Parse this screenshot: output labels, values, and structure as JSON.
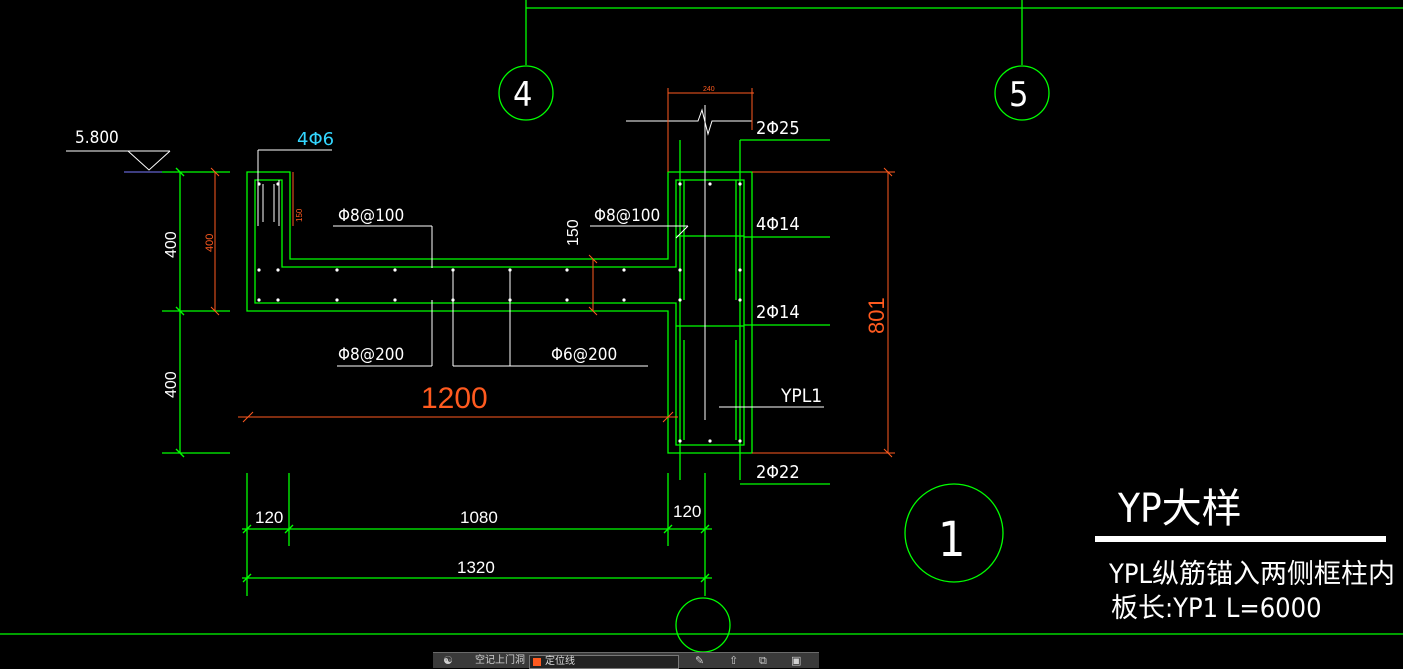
{
  "drawing": {
    "elevation": "5.800",
    "top_bar_rebar": "4Φ6",
    "axes": {
      "axis_4": "4",
      "axis_5": "5",
      "axis_bottom": ""
    },
    "slab_rebar": {
      "left_top": "Φ8@100",
      "right_top": "Φ8@100",
      "left_bottom": "Φ8@200",
      "right_bottom": "Φ6@200"
    },
    "beam_rebar": {
      "top": "2Φ25",
      "side_1": "4Φ14",
      "side_2": "2Φ14",
      "bottom": "2Φ22",
      "beam_name": "YPL1"
    },
    "dimensions": {
      "left_upper": "400",
      "left_lower": "400",
      "upright_height": "400",
      "upright_small": "150",
      "slab_thickness": "150",
      "beam_width": "240",
      "beam_height": "801",
      "overhang": "1200",
      "d120_left": "120",
      "d1080": "1080",
      "d120_right": "120",
      "total": "1320"
    },
    "detail_number": "1",
    "title": "YP大样",
    "note_line1": "YPL纵筋锚入两侧框柱内",
    "note_line2": "板长:YP1   L=6000"
  },
  "toolbar": {
    "filter_label": "空记上门洞",
    "layer_name": "定位线"
  },
  "colors": {
    "background": "#000000",
    "geometry": "#00ff00",
    "dimension": "#ff5a1f",
    "text": "#ffffff",
    "top_bar_text": "#33d6ff"
  }
}
